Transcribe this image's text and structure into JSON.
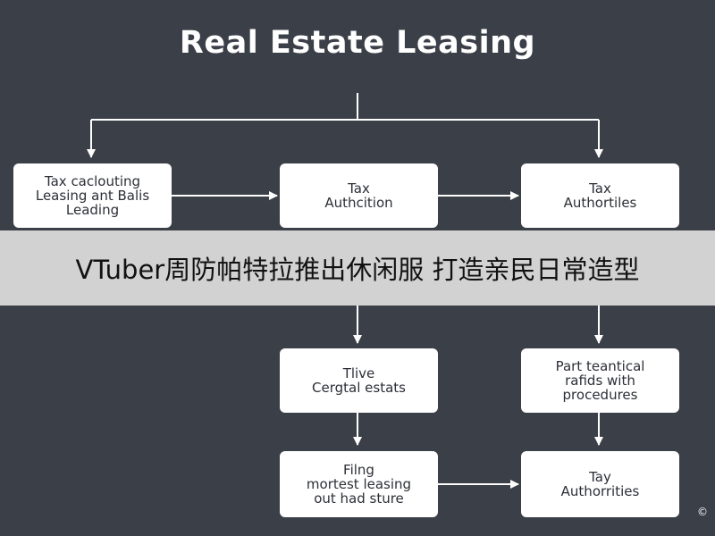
{
  "title": "Real Estate Leasing",
  "nodes": {
    "tax_calc": "Tax caclouting\nLeasing ant Balis\nLeading",
    "tax_auth_center": "Tax\nAuthcition",
    "tax_auth_right": "Tax\nAuthortiles",
    "certgral": "Tlive\nCergtal estats",
    "part_teantical": "Part teantical\nrafids with\nprocedures",
    "filing": "Filng\nmortest leasing\nout had sture",
    "tay_auth": "Tay\nAuthorrities"
  },
  "banner_text": "VTuber周防帕特拉推出休闲服 打造亲民日常造型",
  "corner_mark": "©",
  "colors": {
    "background": "#3b3f48",
    "node_fill": "#ffffff",
    "connector": "#ffffff",
    "banner": "#d2d2d2"
  }
}
